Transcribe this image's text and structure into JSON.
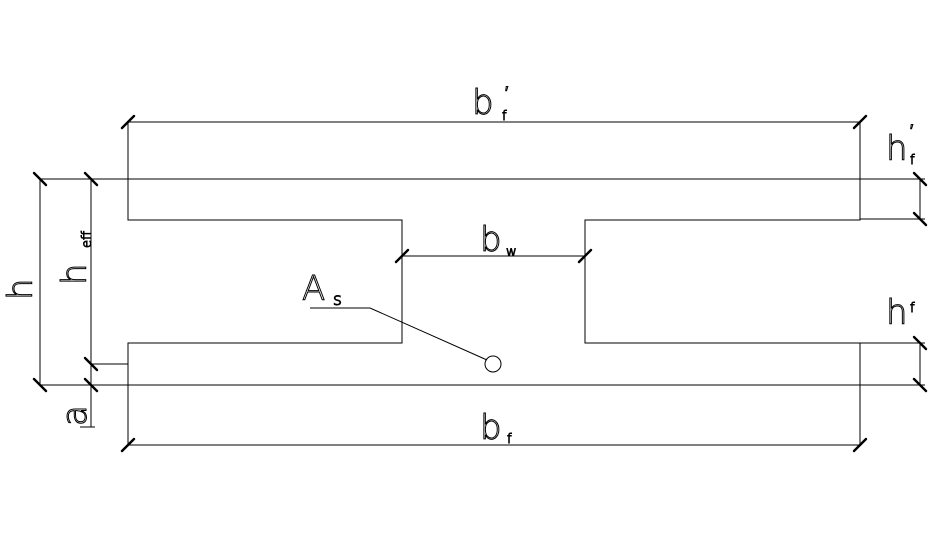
{
  "labels": {
    "b_top_flange": {
      "main": "b",
      "sub": "f",
      "prime": "′"
    },
    "b_web": {
      "main": "b",
      "sub": "w"
    },
    "b_bottom_flange": {
      "main": "b",
      "sub": "f"
    },
    "h_top_flange": {
      "main": "h",
      "sub": "f",
      "prime": "′"
    },
    "h_bottom_flange": {
      "main": "h",
      "sub": "f"
    },
    "h_total": {
      "main": "h"
    },
    "h_effective": {
      "main": "h",
      "sub": "eff"
    },
    "a_cover": {
      "main": "a"
    },
    "steel_area": {
      "main": "A",
      "sub": "s"
    }
  },
  "colors": {
    "line": "#000000",
    "background": "#ffffff"
  }
}
